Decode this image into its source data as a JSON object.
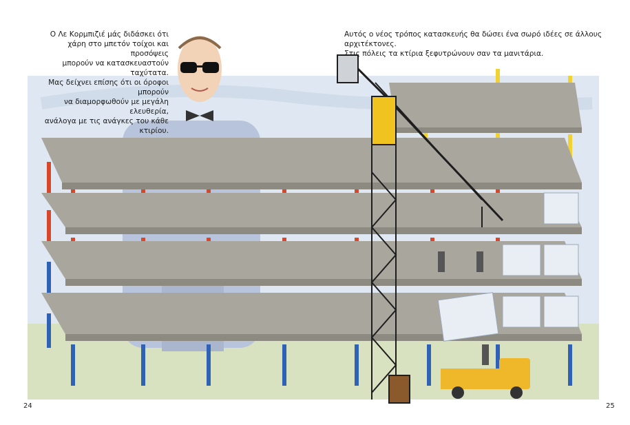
{
  "left_page": {
    "text_lines": [
      "Ο Λε Κορμπιζιέ μάς διδάσκει ότι",
      "χάρη στο μπετόν τοίχοι και προσόψεις",
      "μπορούν να κατασκευαστούν ταχύτατα.",
      "Μας δείχνει επίσης ότι οι όροφοι μπορούν",
      "να διαμορφωθούν με μεγάλη ελευθερία,",
      "ανάλογα με τις ανάγκες του κάθε κτιρίου."
    ],
    "page_number": "24"
  },
  "right_page": {
    "text_lines": [
      "Αυτός ο νέος τρόπος κατασκευής θα δώσει ένα σωρό ιδέες σε άλλους αρχιτέκτονες.",
      "Στις πόλεις τα κτίρια ξεφυτρώνουν σαν τα μανιτάρια."
    ],
    "page_number": "25"
  },
  "colors": {
    "sky": "#dfe8f2",
    "ground": "#d8e2c0",
    "slab": "#a9a69e",
    "slab_edge": "#8d8a82",
    "column_red": "#d9472b",
    "column_blue": "#2f62b5",
    "column_yellow": "#f0d233",
    "crane": "#1e1e1e",
    "crane_cab": "#f1c321",
    "suit": "#b7c4db",
    "truck": "#efb72a"
  }
}
